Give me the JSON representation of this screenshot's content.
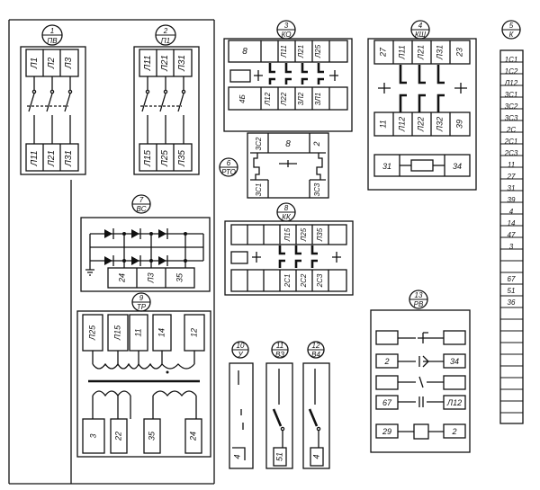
{
  "units": [
    {
      "number": "1",
      "code": "ПВ",
      "top_terminals": [
        "Л1",
        "Л2",
        "Л3"
      ],
      "bottom_terminals": [
        "Л11",
        "Л21",
        "Л31"
      ]
    },
    {
      "number": "2",
      "code": "П1",
      "top_terminals": [
        "Л11",
        "Л21",
        "Л31"
      ],
      "bottom_terminals": [
        "Л15",
        "Л25",
        "Л35"
      ]
    },
    {
      "number": "3",
      "code": "КО",
      "top_terminals": [
        "8",
        "Л11",
        "Л21",
        "Л25"
      ],
      "bottom_terminals": [
        "4Б",
        "Л12",
        "Л22",
        "3Л2",
        "3Л1"
      ]
    },
    {
      "number": "4",
      "code": "КШ",
      "top_terminals": [
        "27",
        "Л11",
        "Л21",
        "Л31",
        "23"
      ],
      "bottom_terminals": [
        "11",
        "Л12",
        "Л22",
        "Л32",
        "39"
      ],
      "coil_terminals": [
        "31",
        "34"
      ]
    },
    {
      "number": "5",
      "code": "К",
      "terminals": [
        "1С1",
        "1С2",
        "Л12",
        "3С1",
        "3С2",
        "3С3",
        "2С",
        "2С1",
        "2С3",
        "11",
        "27",
        "31",
        "39",
        "4",
        "14",
        "47",
        "3",
        "",
        "67",
        "51",
        "36"
      ]
    },
    {
      "number": "6",
      "code": "РТО",
      "top_terminals": [
        "3С2",
        "8",
        "2"
      ],
      "bottom_terminals": [
        "3С1",
        "3С3"
      ]
    },
    {
      "number": "7",
      "code": "ВС",
      "bottom_terminals": [
        "24",
        "Л3",
        "35"
      ]
    },
    {
      "number": "8",
      "code": "КК",
      "top_terminals": [
        "Л15",
        "Л25",
        "Л35"
      ],
      "bottom_terminals": [
        "2С1",
        "2С2",
        "2С3"
      ]
    },
    {
      "number": "9",
      "code": "ТР",
      "top_terminals": [
        "Л25",
        "Л15",
        "11",
        "14",
        "12"
      ],
      "bottom_terminals": [
        "3",
        "22",
        "35",
        "24"
      ]
    },
    {
      "number": "10",
      "code": "У",
      "bottom_terminals": [
        "4"
      ]
    },
    {
      "number": "11",
      "code": "ВЗ",
      "bottom_terminals": [
        "51"
      ]
    },
    {
      "number": "12",
      "code": "В4",
      "bottom_terminals": [
        "4"
      ]
    },
    {
      "number": "13",
      "code": "РВ",
      "left_terminals": [
        "2",
        "67",
        "29"
      ],
      "right_terminals": [
        "34",
        "Л12",
        "2"
      ]
    }
  ]
}
